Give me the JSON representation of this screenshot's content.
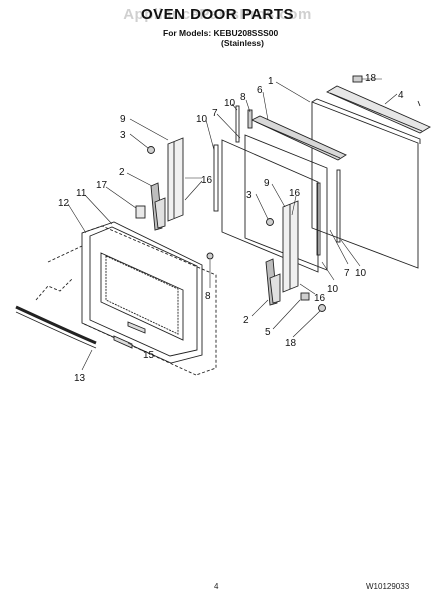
{
  "header": {
    "watermark": "AppliancePartsPros.com",
    "title": "OVEN DOOR PARTS",
    "models_line": "For Models: KEBU208SSS00",
    "variant": "(Stainless)"
  },
  "callouts": {
    "c1": "1",
    "c18a": "18",
    "c4": "4",
    "c6": "6",
    "c8a": "8",
    "c10a": "10",
    "c7a": "7",
    "c10b": "10",
    "c9a": "9",
    "c3a": "3",
    "c2a": "2",
    "c16a": "16",
    "c17": "17",
    "c11": "11",
    "c12": "12",
    "c3b": "3",
    "c9b": "9",
    "c16b": "16",
    "c8b": "8",
    "c10c": "10",
    "c7b": "7",
    "c10d": "10",
    "c2b": "2",
    "c16c": "16",
    "c5": "5",
    "c18b": "18",
    "c15": "15",
    "c13": "13"
  },
  "footer": {
    "page": "4",
    "doc_id": "W10129033"
  }
}
